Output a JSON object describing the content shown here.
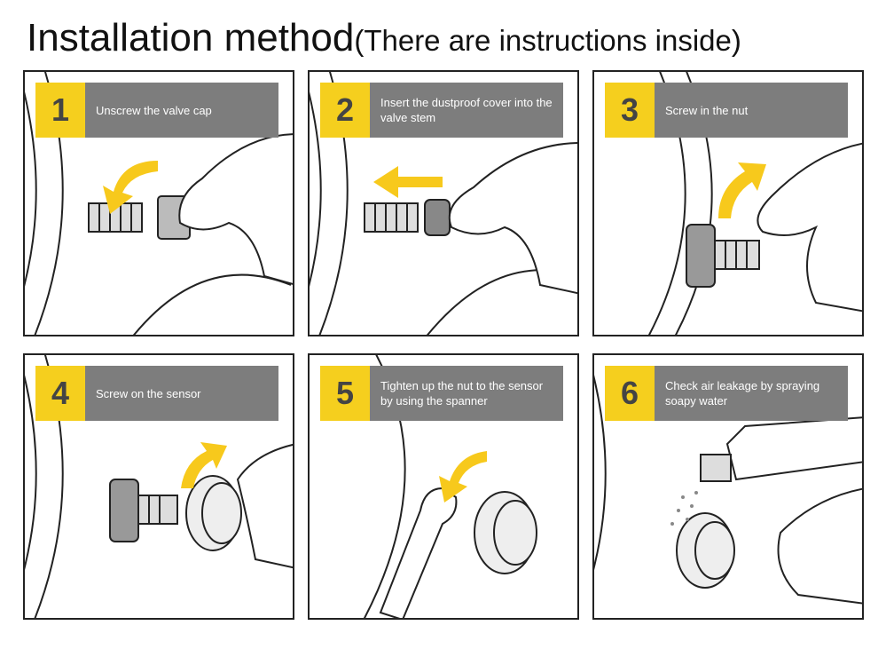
{
  "title": {
    "main": "Installation method",
    "note": "(There are instructions inside)"
  },
  "steps": [
    {
      "number": "1",
      "text": "Unscrew the valve cap"
    },
    {
      "number": "2",
      "text": "Insert the dustproof cover into the valve stem"
    },
    {
      "number": "3",
      "text": "Screw in the nut"
    },
    {
      "number": "4",
      "text": "Screw on the sensor"
    },
    {
      "number": "5",
      "text": "Tighten up the nut to the sensor by using the spanner"
    },
    {
      "number": "6",
      "text": "Check air leakage by spraying soapy water"
    }
  ],
  "colors": {
    "badge": "#f5cf1e",
    "banner": "#7d7d7d",
    "arrow": "#f7c91c",
    "outline": "#222222"
  },
  "icons": [
    "valve-stem-icon",
    "hand-icon",
    "arrow-icon",
    "sensor-icon",
    "spanner-icon",
    "spray-bottle-icon"
  ]
}
